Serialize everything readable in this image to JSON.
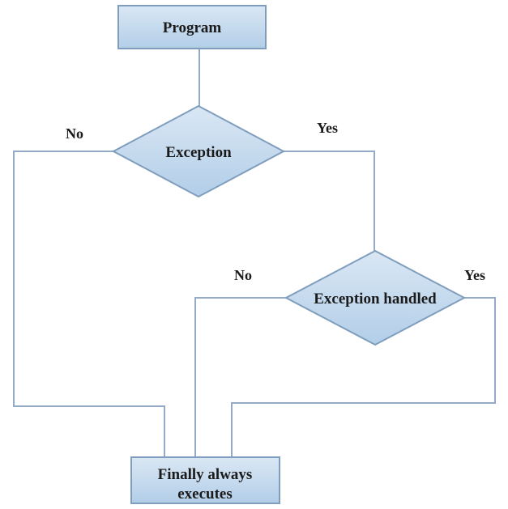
{
  "diagram": {
    "type": "flowchart",
    "nodes": {
      "program": {
        "label": "Program",
        "shape": "rectangle"
      },
      "exception": {
        "label": "Exception",
        "shape": "decision-diamond"
      },
      "exception_handled": {
        "label": "Exception handled",
        "shape": "decision-diamond"
      },
      "finally": {
        "label_line1": "Finally always",
        "label_line2": "executes",
        "shape": "rectangle"
      }
    },
    "edges": {
      "exception_no_label": "No",
      "exception_yes_label": "Yes",
      "handled_no_label": "No",
      "handled_yes_label": "Yes"
    },
    "colors": {
      "node_fill_top": "#dae7f4",
      "node_fill_bottom": "#b2cee8",
      "node_border": "#7f9dbd",
      "connector": "#94abc8",
      "text": "#1b1b1b",
      "background": "#ffffff"
    }
  }
}
